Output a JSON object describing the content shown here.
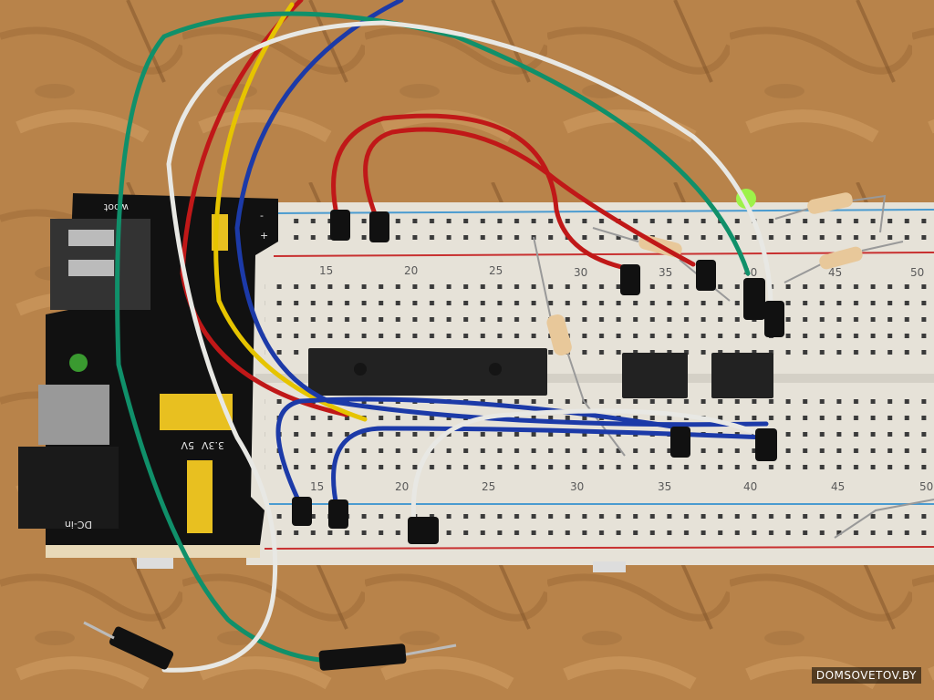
{
  "photo": {
    "subject": "breadboard",
    "power_module": {
      "brand_label": "wbot",
      "voltage_labels": [
        "5V",
        "3.3V"
      ],
      "input_label": "DC-in",
      "rail_labels": [
        "-",
        "+"
      ]
    },
    "breadboard": {
      "top_column_numbers": [
        "15",
        "20",
        "25",
        "30",
        "35",
        "40",
        "45",
        "50"
      ],
      "bottom_column_numbers": [
        "15",
        "20",
        "25",
        "30",
        "35",
        "40",
        "45",
        "50"
      ]
    },
    "colors": {
      "wood": "#b8834a",
      "breadboard": "#e6e2d8",
      "pcb": "#111111",
      "wire_red": "#c01818",
      "wire_blue": "#1c3aa8",
      "wire_green": "#10906a",
      "wire_yellow": "#e6c400",
      "wire_white": "#e8e8e4"
    }
  },
  "watermark": "DOMSOVETOV.BY"
}
